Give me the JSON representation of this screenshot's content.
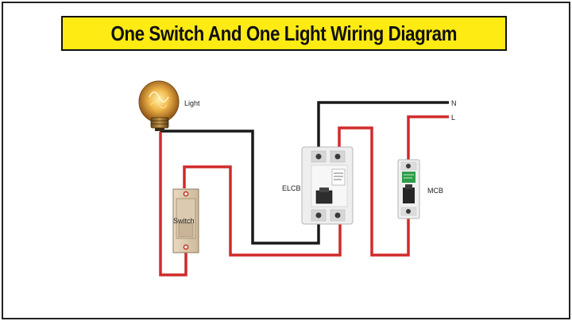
{
  "title": "One Switch And One Light Wiring Diagram",
  "labels": {
    "light": "Light",
    "switch": "Switch",
    "elcb": "ELCB",
    "mcb": "MCB",
    "neutral": "N",
    "live": "L"
  },
  "colors": {
    "banner": "#ffeb14",
    "neutral_wire": "#1a1a1a",
    "live_wire": "#d02a2a"
  },
  "icons": [
    "light-bulb-icon",
    "wall-switch-icon",
    "elcb-breaker-icon",
    "mcb-breaker-icon"
  ]
}
